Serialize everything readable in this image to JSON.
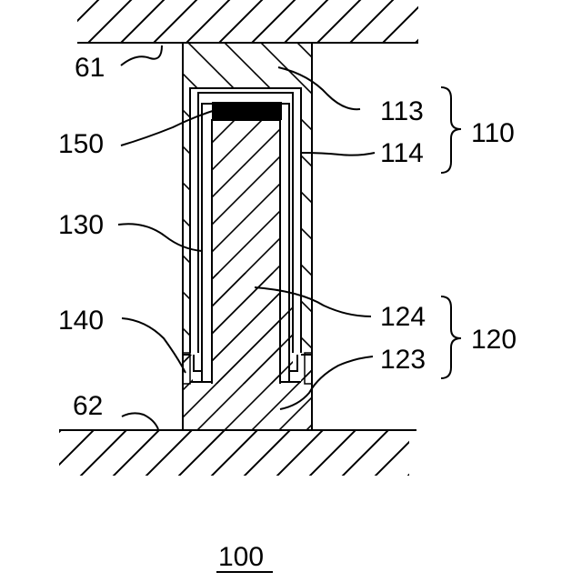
{
  "figure": {
    "labels": {
      "l61": "61",
      "l62": "62",
      "l113": "113",
      "l114": "114",
      "l110": "110",
      "l150": "150",
      "l130": "130",
      "l124": "124",
      "l120": "120",
      "l140": "140",
      "l123": "123",
      "l100": "100"
    }
  }
}
